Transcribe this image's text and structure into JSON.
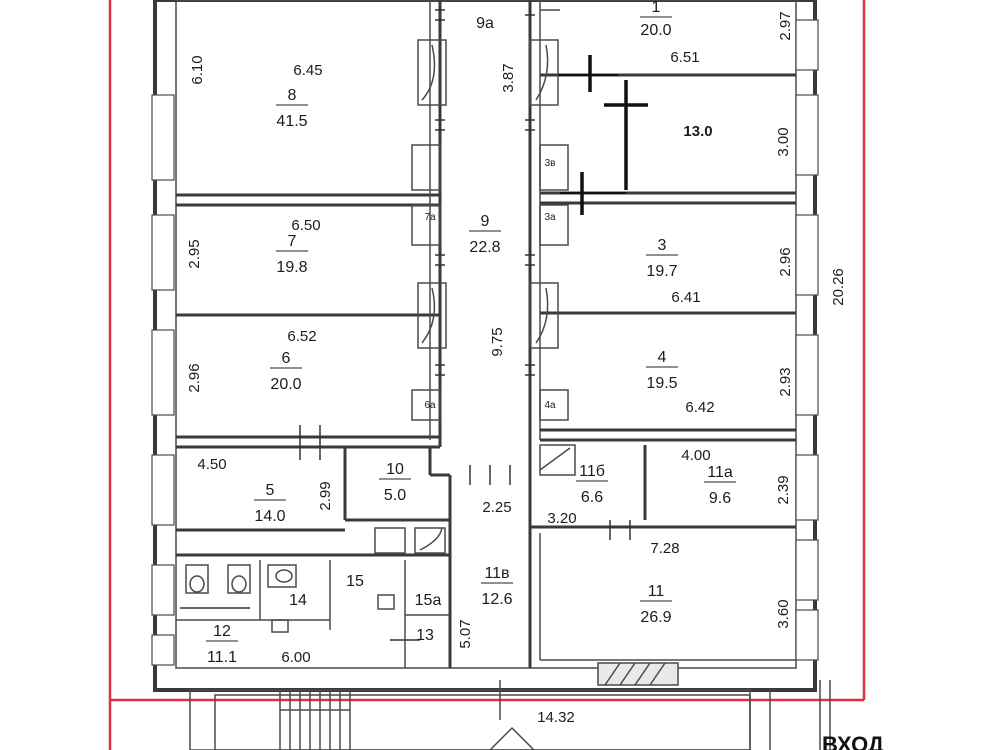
{
  "rooms": {
    "r1": {
      "num": "1",
      "area": "20.0"
    },
    "r3": {
      "num": "3",
      "area": "19.7"
    },
    "r4": {
      "num": "4",
      "area": "19.5"
    },
    "r5": {
      "num": "5",
      "area": "14.0"
    },
    "r6": {
      "num": "6",
      "area": "20.0"
    },
    "r7": {
      "num": "7",
      "area": "19.8"
    },
    "r8": {
      "num": "8",
      "area": "41.5"
    },
    "r9": {
      "num": "9",
      "area": "22.8"
    },
    "r10": {
      "num": "10",
      "area": "5.0"
    },
    "r11": {
      "num": "11",
      "area": "26.9"
    },
    "r11a": {
      "num": "11a",
      "area": "9.6"
    },
    "r11b": {
      "num": "11б",
      "area": "6.6"
    },
    "r11v": {
      "num": "11в",
      "area": "12.6"
    },
    "r12": {
      "num": "12",
      "area": "11.1"
    }
  },
  "labels": {
    "r9a": "9a",
    "r13": "13",
    "r14": "14",
    "r15": "15",
    "r15a": "15a",
    "annotation_13": "13.0",
    "entrance": "ВХОД",
    "closet_7a": "7a",
    "closet_6a": "6a",
    "closet_4a": "4a",
    "closet_3a": "3a",
    "closet_3b": "3в"
  },
  "dims": {
    "d610": "6.10",
    "d645": "6.45",
    "d387": "3.87",
    "d651": "6.51",
    "d297": "2.97",
    "d300": "3.00",
    "d650": "6.50",
    "d295a": "2.95",
    "d296a": "2.96",
    "d641": "6.41",
    "d2026": "20.26",
    "d652": "6.52",
    "d296b": "2.96",
    "d975": "9.75",
    "d293": "2.93",
    "d642": "6.42",
    "d450": "4.50",
    "d299": "2.99",
    "d400": "4.00",
    "d225": "2.25",
    "d320": "3.20",
    "d239": "2.39",
    "d728": "7.28",
    "d507": "5.07",
    "d360": "3.60",
    "d600": "6.00",
    "d1432": "14.32"
  }
}
